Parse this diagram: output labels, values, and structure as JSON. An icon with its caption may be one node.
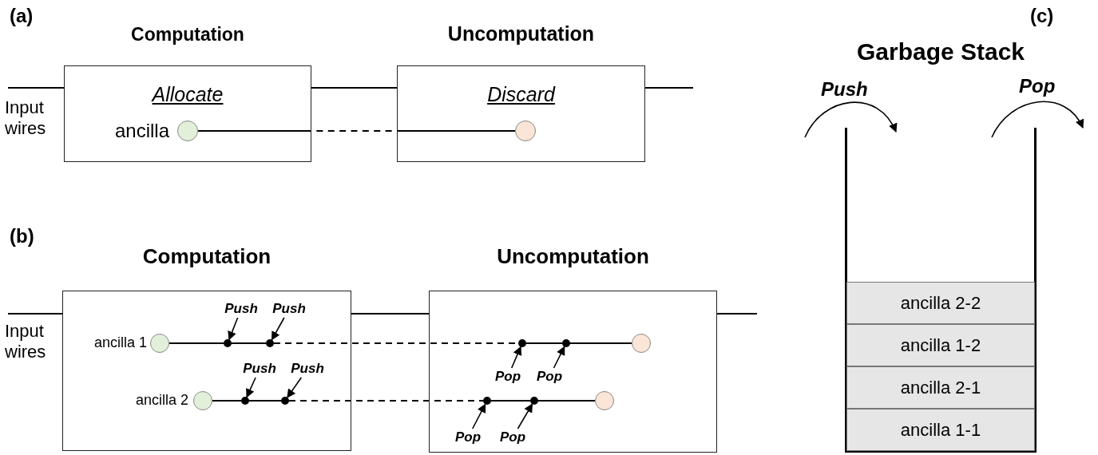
{
  "diagram": {
    "nodes": [
      {
        "text": [
          "Computation",
          "Allocate"
        ]
      },
      {
        "text": [],
        "shape": "circle",
        "in": 0,
        "beside": [
          "ancilla"
        ]
      },
      {
        "text": [
          "Uncomputation",
          "Discard"
        ]
      },
      {
        "text": [],
        "shape": "circle",
        "in": 2
      },
      {
        "text": [
          "Computation"
        ]
      },
      {
        "text": [],
        "shape": "circle",
        "in": 4,
        "beside": [
          "ancilla 1"
        ]
      },
      {
        "text": [
          "Push"
        ],
        "in": 4
      },
      {
        "text": [
          "Push"
        ],
        "in": 4
      },
      {
        "text": [],
        "shape": "circle",
        "in": 4
      },
      {
        "text": [],
        "shape": "circle",
        "in": 4
      },
      {
        "text": [
          "Push"
        ],
        "in": 4
      },
      {
        "text": [
          "Push"
        ],
        "in": 4
      },
      {
        "text": [],
        "shape": "circle",
        "in": 4,
        "beside": [
          "ancilla 2"
        ]
      },
      {
        "text": [],
        "shape": "circle",
        "in": 4
      },
      {
        "text": [],
        "shape": "circle",
        "in": 4
      },
      {
        "text": [
          "Uncomputation"
        ]
      },
      {
        "text": [],
        "shape": "circle",
        "in": 15
      },
      {
        "text": [],
        "shape": "circle",
        "in": 15
      },
      {
        "text": [],
        "shape": "circle",
        "in": 15
      },
      {
        "text": [
          "Pop"
        ],
        "in": 15
      },
      {
        "text": [
          "Pop"
        ],
        "in": 15
      },
      {
        "text": [],
        "shape": "circle",
        "in": 15
      },
      {
        "text": [],
        "shape": "circle",
        "in": 15
      },
      {
        "text": [],
        "shape": "circle",
        "in": 15
      },
      {
        "text": [
          "Pop"
        ],
        "in": 15
      },
      {
        "text": [
          "Pop"
        ],
        "in": 15
      },
      {
        "text": [
          "Garbage Stack"
        ]
      },
      {
        "text": [
          "ancilla 2-2"
        ],
        "in": 26
      },
      {
        "text": [
          "ancilla 1-2"
        ],
        "in": 26
      },
      {
        "text": [
          "ancilla 2-1"
        ],
        "in": 26
      },
      {
        "text": [
          "ancilla 1-1"
        ],
        "in": 26
      }
    ],
    "edges": [
      {
        "from": null,
        "to": 0,
        "arrow": "none"
      },
      {
        "from": 0,
        "to": 2,
        "arrow": "none"
      },
      {
        "from": 2,
        "to": null,
        "arrow": "none"
      },
      {
        "from": 1,
        "to": 3,
        "arrow": "none",
        "style": "dashed"
      },
      {
        "from": null,
        "to": 4,
        "arrow": "none"
      },
      {
        "from": 4,
        "to": 15,
        "arrow": "none"
      },
      {
        "from": 15,
        "to": null,
        "arrow": "none"
      },
      {
        "from": 5,
        "to": 8,
        "arrow": "none"
      },
      {
        "from": 8,
        "to": 9,
        "arrow": "none"
      },
      {
        "from": 9,
        "to": 16,
        "arrow": "none",
        "style": "dashed"
      },
      {
        "from": 16,
        "to": 17,
        "arrow": "none"
      },
      {
        "from": 17,
        "to": 18,
        "arrow": "none"
      },
      {
        "from": 12,
        "to": 13,
        "arrow": "none"
      },
      {
        "from": 13,
        "to": 14,
        "arrow": "none"
      },
      {
        "from": 14,
        "to": 21,
        "arrow": "none",
        "style": "dashed"
      },
      {
        "from": 21,
        "to": 22,
        "arrow": "none"
      },
      {
        "from": 22,
        "to": 23,
        "arrow": "none"
      },
      {
        "from": 6,
        "to": 8,
        "arrow": "to"
      },
      {
        "from": 7,
        "to": 9,
        "arrow": "to"
      },
      {
        "from": 10,
        "to": 13,
        "arrow": "to"
      },
      {
        "from": 11,
        "to": 14,
        "arrow": "to"
      },
      {
        "from": 19,
        "to": 16,
        "arrow": "to"
      },
      {
        "from": 20,
        "to": 17,
        "arrow": "to"
      },
      {
        "from": 24,
        "to": 21,
        "arrow": "to"
      },
      {
        "from": 25,
        "to": 22,
        "arrow": "to"
      }
    ],
    "labels": [
      "(a)",
      "Input wires",
      "(b)",
      "Input wires",
      "(c)",
      "Push",
      "Pop"
    ]
  }
}
